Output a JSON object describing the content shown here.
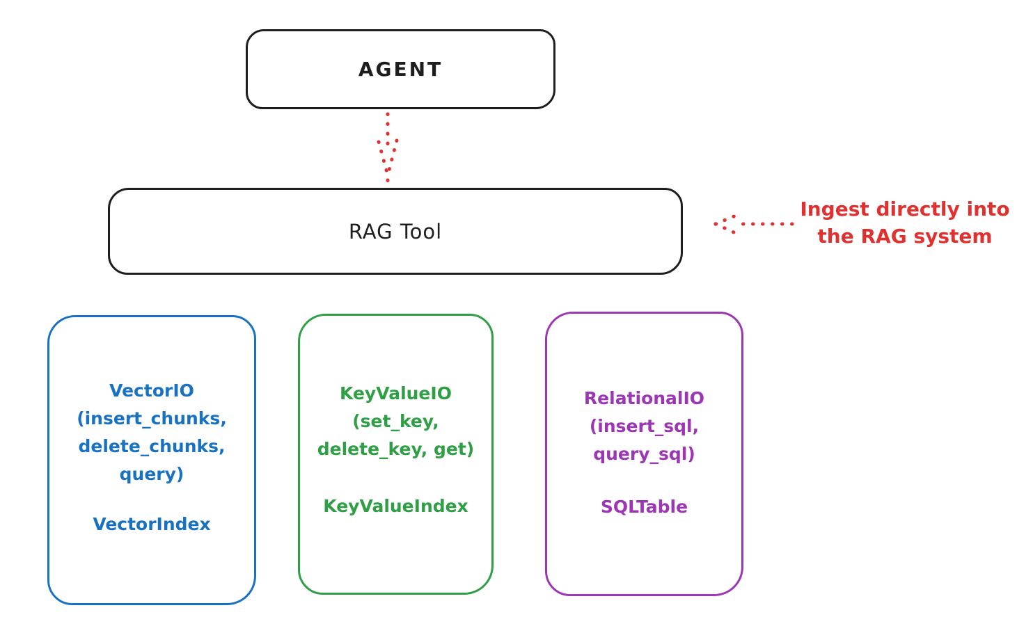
{
  "canvas": {
    "background": "#ffffff",
    "stroke_black": "#1e1e1e"
  },
  "agent_box": {
    "label": "AGENT"
  },
  "rag_tool_box": {
    "label": "RAG Tool"
  },
  "annotation": {
    "line1": "Ingest directly into",
    "line2": "the RAG system",
    "color": "#e03131"
  },
  "arrows": {
    "agent_to_rag": {
      "style": "dotted",
      "color": "#e03131",
      "direction": "down"
    },
    "annotation_to_rag": {
      "style": "dotted",
      "color": "#e03131",
      "direction": "left"
    }
  },
  "stores": [
    {
      "name": "vector-io",
      "color": "#1971c2",
      "lines": [
        "VectorIO",
        "(insert_chunks,",
        "delete_chunks,",
        "query)"
      ],
      "index_label": "VectorIndex"
    },
    {
      "name": "keyvalue-io",
      "color": "#2f9e44",
      "lines": [
        "KeyValueIO",
        "(set_key,",
        "delete_key, get)"
      ],
      "index_label": "KeyValueIndex"
    },
    {
      "name": "relational-io",
      "color": "#9c36b5",
      "lines": [
        "RelationalIO",
        "(insert_sql,",
        "query_sql)"
      ],
      "index_label": "SQLTable"
    }
  ]
}
